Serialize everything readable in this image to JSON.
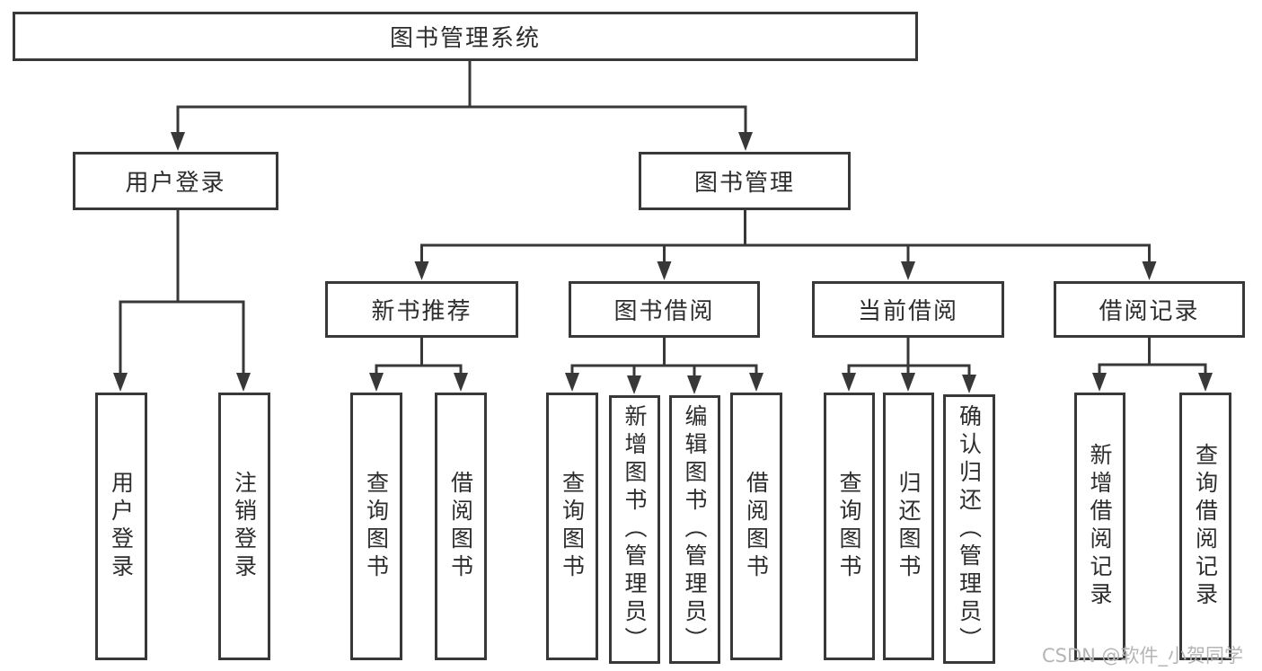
{
  "nodes": {
    "root": "图书管理系统",
    "level2": [
      {
        "id": "user-login",
        "label": "用户登录",
        "items": [
          "用户登录",
          "注销登录"
        ]
      },
      {
        "id": "book-management",
        "label": "图书管理",
        "groups": [
          {
            "label": "新书推荐",
            "items": [
              "查询图书",
              "借阅图书"
            ]
          },
          {
            "label": "图书借阅",
            "items": [
              "查询图书",
              "新增图书（管理员）",
              "编辑图书（管理员）",
              "借阅图书"
            ]
          },
          {
            "label": "当前借阅",
            "items": [
              "查询图书",
              "归还图书",
              "确认归还（管理员）"
            ]
          },
          {
            "label": "借阅记录",
            "items": [
              "新增借阅记录",
              "查询借阅记录"
            ]
          }
        ]
      }
    ]
  },
  "watermark": "CSDN @软件_小贺同学",
  "colors": {
    "line": "#383838",
    "box_border": "#383838",
    "text": "#2d2d2d",
    "watermark": "#b5b5b5",
    "background": "#ffffff"
  }
}
